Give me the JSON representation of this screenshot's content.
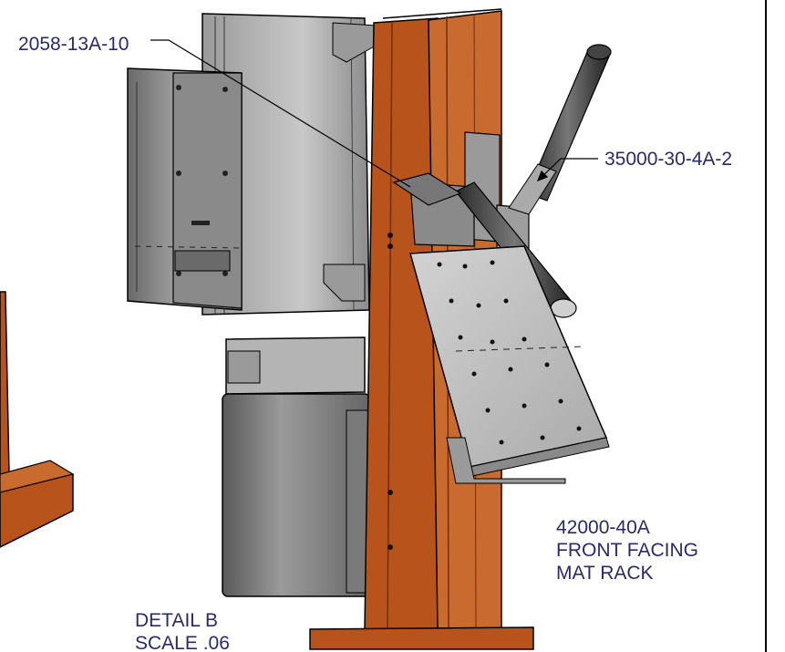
{
  "callouts": {
    "part_a": "2058-13A-10",
    "part_b": "35000-30-4A-2",
    "assembly": {
      "number": "42000-40A",
      "line1": "FRONT FACING",
      "line2": "MAT RACK"
    }
  },
  "detail": {
    "title": "DETAIL  B",
    "scale": "SCALE .06"
  },
  "colors": {
    "frame_wood": "#b8531c",
    "frame_wood_dark": "#6e2f0c",
    "steel_light": "#b9b9b9",
    "steel_mid": "#8a8a8a",
    "steel_dark": "#4e4e4e",
    "plate": "#c4c4c4",
    "label_text": "#2a2a6a"
  }
}
